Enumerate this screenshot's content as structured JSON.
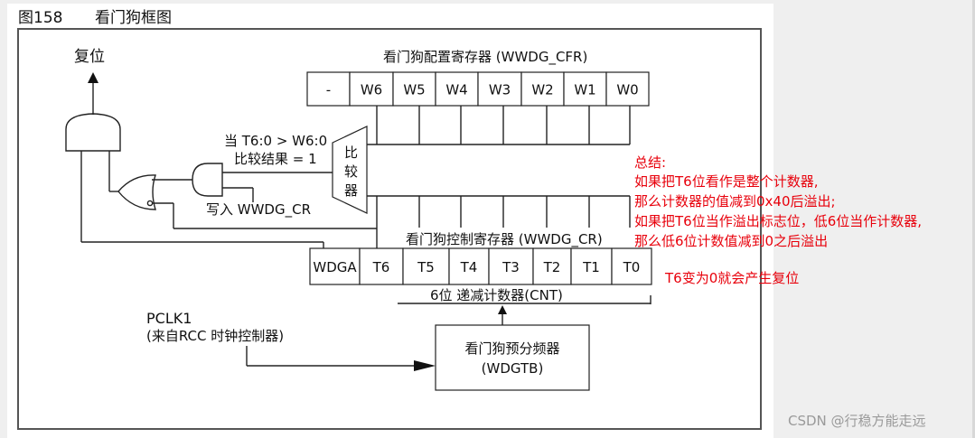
{
  "figure": {
    "number": "图158",
    "title": "看门狗框图"
  },
  "labels": {
    "reset": "复位",
    "cfr_title": "看门狗配置寄存器 (WWDG_CFR)",
    "cr_title": "看门狗控制寄存器 (WWDG_CR)",
    "compare_condition_line1": "当 T6:0 > W6:0",
    "compare_condition_line2": "比较结果 = 1",
    "comparator_chars": [
      "比",
      "较",
      "器"
    ],
    "write_cr": "写入 WWDG_CR",
    "counter_label": "6位 递减计数器(CNT)",
    "pclk_line1": "PCLK1",
    "pclk_line2": "(来自RCC 时钟控制器)",
    "prescaler_line1": "看门狗预分频器",
    "prescaler_line2": "(WDGTB)"
  },
  "cfr_bits": [
    "-",
    "W6",
    "W5",
    "W4",
    "W3",
    "W2",
    "W1",
    "W0"
  ],
  "cr_bits": [
    "WDGA",
    "T6",
    "T5",
    "T4",
    "T3",
    "T2",
    "T1",
    "T0"
  ],
  "notes": {
    "summary_title": "总结:",
    "lines": [
      "如果把T6位看作是整个计数器,",
      "那么计数器的值减到0x40后溢出;",
      "如果把T6位当作溢出标志位，低6位当作计数器,",
      "那么低6位计数值减到0之后溢出"
    ],
    "reset_note": "T6变为0就会产生复位",
    "color": "#e8000b"
  },
  "watermark": "CSDN @行稳方能走远"
}
